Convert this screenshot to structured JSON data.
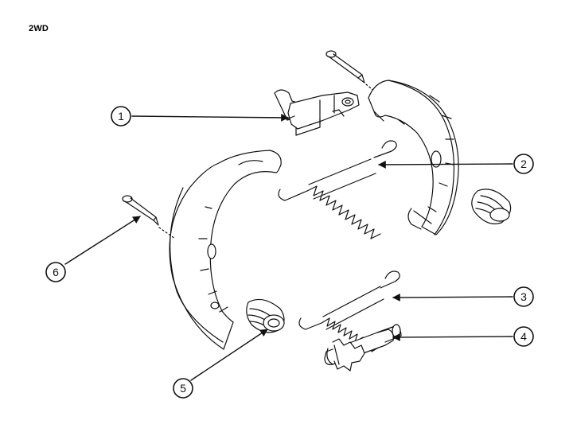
{
  "figure": {
    "title": "2WD",
    "callouts": [
      {
        "id": "callout-1",
        "label": "1"
      },
      {
        "id": "callout-2",
        "label": "2"
      },
      {
        "id": "callout-3",
        "label": "3"
      },
      {
        "id": "callout-4",
        "label": "4"
      },
      {
        "id": "callout-5",
        "label": "5"
      },
      {
        "id": "callout-6",
        "label": "6"
      }
    ]
  },
  "colors": {
    "ink": "#111111",
    "paper": "#ffffff",
    "shade": "#e6e6e6"
  }
}
